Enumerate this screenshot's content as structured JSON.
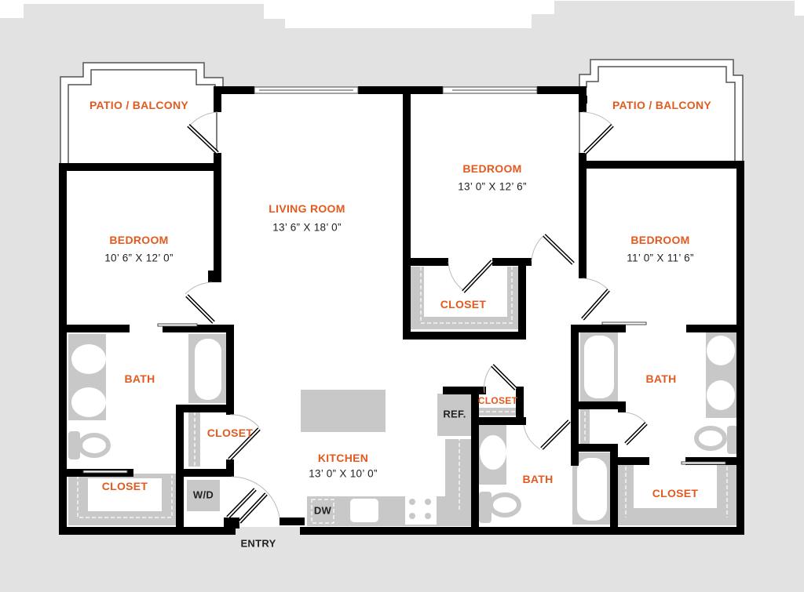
{
  "colors": {
    "background": "#e2e2e2",
    "floor": "#ffffff",
    "wall": "#000000",
    "fixture": "#c8c8c8",
    "room_label": "#e35a1f",
    "dimension_text": "#222222"
  },
  "rooms": {
    "patio_left": {
      "name": "PATIO / BALCONY"
    },
    "patio_right": {
      "name": "PATIO / BALCONY"
    },
    "living": {
      "name": "LIVING ROOM",
      "size": "13’ 6” X 18’ 0”"
    },
    "bedroom_center": {
      "name": "BEDROOM",
      "size": "13’ 0” X 12’ 6”"
    },
    "bedroom_left": {
      "name": "BEDROOM",
      "size": "10’ 6” X 12’ 0”"
    },
    "bedroom_right": {
      "name": "BEDROOM",
      "size": "11’ 0” X 11’ 6”"
    },
    "closet_center": {
      "name": "CLOSET"
    },
    "bath_left": {
      "name": "BATH"
    },
    "bath_right": {
      "name": "BATH"
    },
    "bath_center": {
      "name": "BATH"
    },
    "closet_left_hall": {
      "name": "CLOSET"
    },
    "closet_left_bottom": {
      "name": "CLOSET"
    },
    "closet_small_center": {
      "name": "CLOSET"
    },
    "closet_right_bottom": {
      "name": "CLOSET"
    },
    "kitchen": {
      "name": "KITCHEN",
      "size": "13’ 0” X 10’ 0”"
    }
  },
  "fixtures": {
    "washer_dryer": "W/D",
    "refrigerator": "REF.",
    "dishwasher": "DW"
  },
  "entry": "ENTRY"
}
